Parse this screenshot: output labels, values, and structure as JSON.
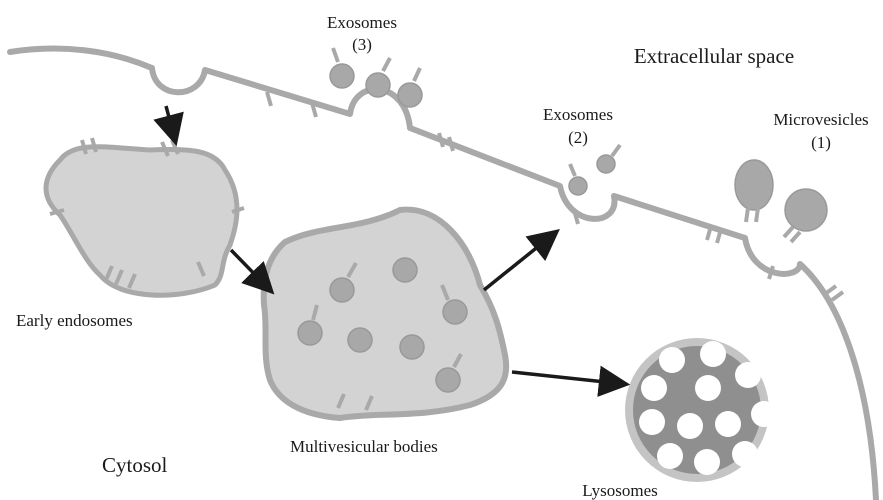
{
  "labels": {
    "exosomes_3_title": "Exosomes",
    "exosomes_3_num": "(3)",
    "extracellular": "Extracellular space",
    "exosomes_2_title": "Exosomes",
    "exosomes_2_num": "(2)",
    "microvesicles_title": "Microvesicles",
    "microvesicles_num": "(1)",
    "early_endosomes": "Early endosomes",
    "multivesicular_bodies": "Multivesicular bodies",
    "cytosol": "Cytosol",
    "lysosomes": "Lysosomes"
  },
  "colors": {
    "membrane": "#a9a9a9",
    "organelle_fill": "#d3d3d3",
    "vesicle_fill": "#a8a8a8",
    "lysosome_ring": "#c4c4c4",
    "lysosome_core": "#8f8f8f",
    "arrow": "#1a1a1a"
  }
}
